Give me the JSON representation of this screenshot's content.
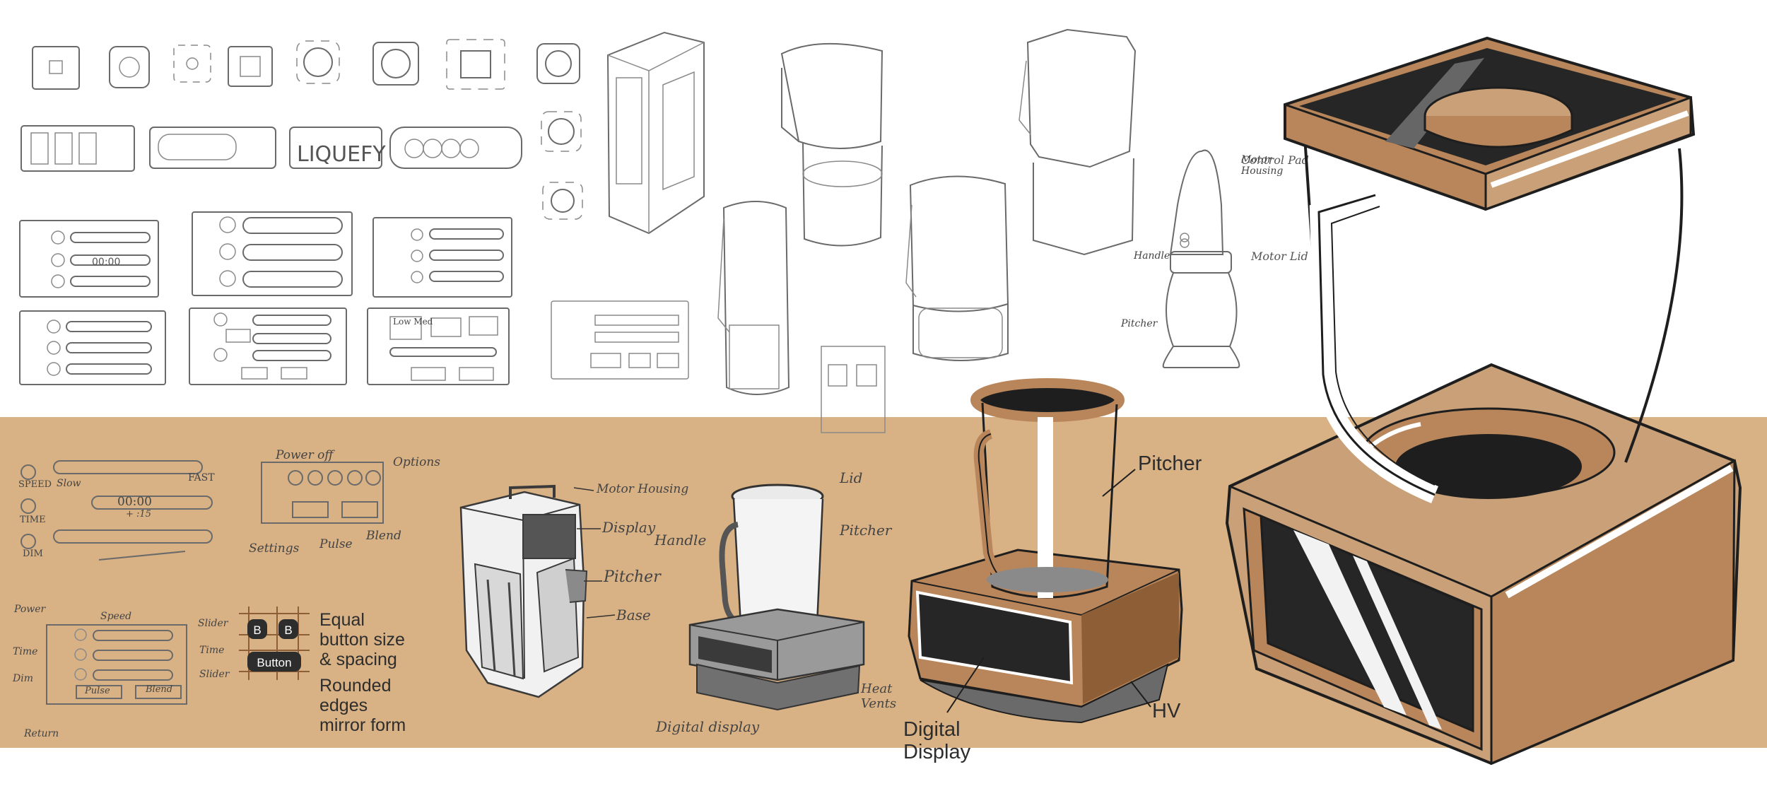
{
  "colors": {
    "band": "#d8b184",
    "bronze": "#b8865a",
    "bronze_light": "#c9a077",
    "bronze_dark": "#8e5f36",
    "screen": "#262626",
    "ink": "#1e1e1e",
    "sketch": "#6a6a6a"
  },
  "sketch_text": {
    "liquefy": "LIQUEFY",
    "timer_small": "00:00",
    "power_off": "Power off",
    "options": "Options",
    "settings": "Settings",
    "pulse": "Pulse",
    "blend": "Blend",
    "speed": "SPEED",
    "slow": "Slow",
    "fast": "FAST",
    "time": "TIME",
    "time_value": "00:00",
    "time_sub": "+ :15",
    "dim": "DIM",
    "power": "Power",
    "speed2": "Speed",
    "time2": "Time",
    "dim2": "Dim",
    "slider": "Slider",
    "time3": "Time",
    "slider2": "Slider",
    "return": "Return",
    "pulse2": "Pulse",
    "blend2": "Blend",
    "low_med": "Low Med",
    "motor_housing": "Motor Housing",
    "display": "Display",
    "pitcher_hw": "Pitcher",
    "base": "Base",
    "lid": "Lid",
    "handle": "Handle",
    "pitcher_hw2": "Pitcher",
    "heat_vents": "Heat Vents",
    "digital_display_hw": "Digital display",
    "control_pad": "Control Pad",
    "motor_lid": "Motor Lid",
    "motor_housing2": "Motor Housing",
    "handle2": "Handle",
    "pitcher_hw3": "Pitcher"
  },
  "callouts": {
    "button_b1": "B",
    "button_b2": "B",
    "button_label": "Button",
    "equal_button": "Equal\nbutton size\n& spacing",
    "rounded_edges": "Rounded\nedges\nmirror form",
    "pitcher": "Pitcher",
    "digital_display": "Digital\nDisplay",
    "hv": "HV"
  }
}
